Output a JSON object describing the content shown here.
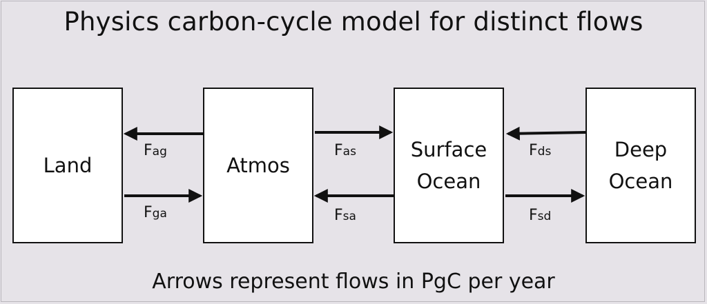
{
  "title": "Physics carbon-cycle model for distinct flows",
  "footer": "Arrows represent flows in PgC per year",
  "boxes": {
    "land": "Land",
    "atmos": "Atmos",
    "surface_ocean": "Surface\nOcean",
    "deep_ocean": "Deep\nOcean"
  },
  "flows": {
    "ag": {
      "main": "F",
      "sub": "ag"
    },
    "ga": {
      "main": "F",
      "sub": "ga"
    },
    "as": {
      "main": "F",
      "sub": "as"
    },
    "sa": {
      "main": "F",
      "sub": "sa"
    },
    "ds": {
      "main": "F",
      "sub": "ds"
    },
    "sd": {
      "main": "F",
      "sub": "sd"
    }
  }
}
